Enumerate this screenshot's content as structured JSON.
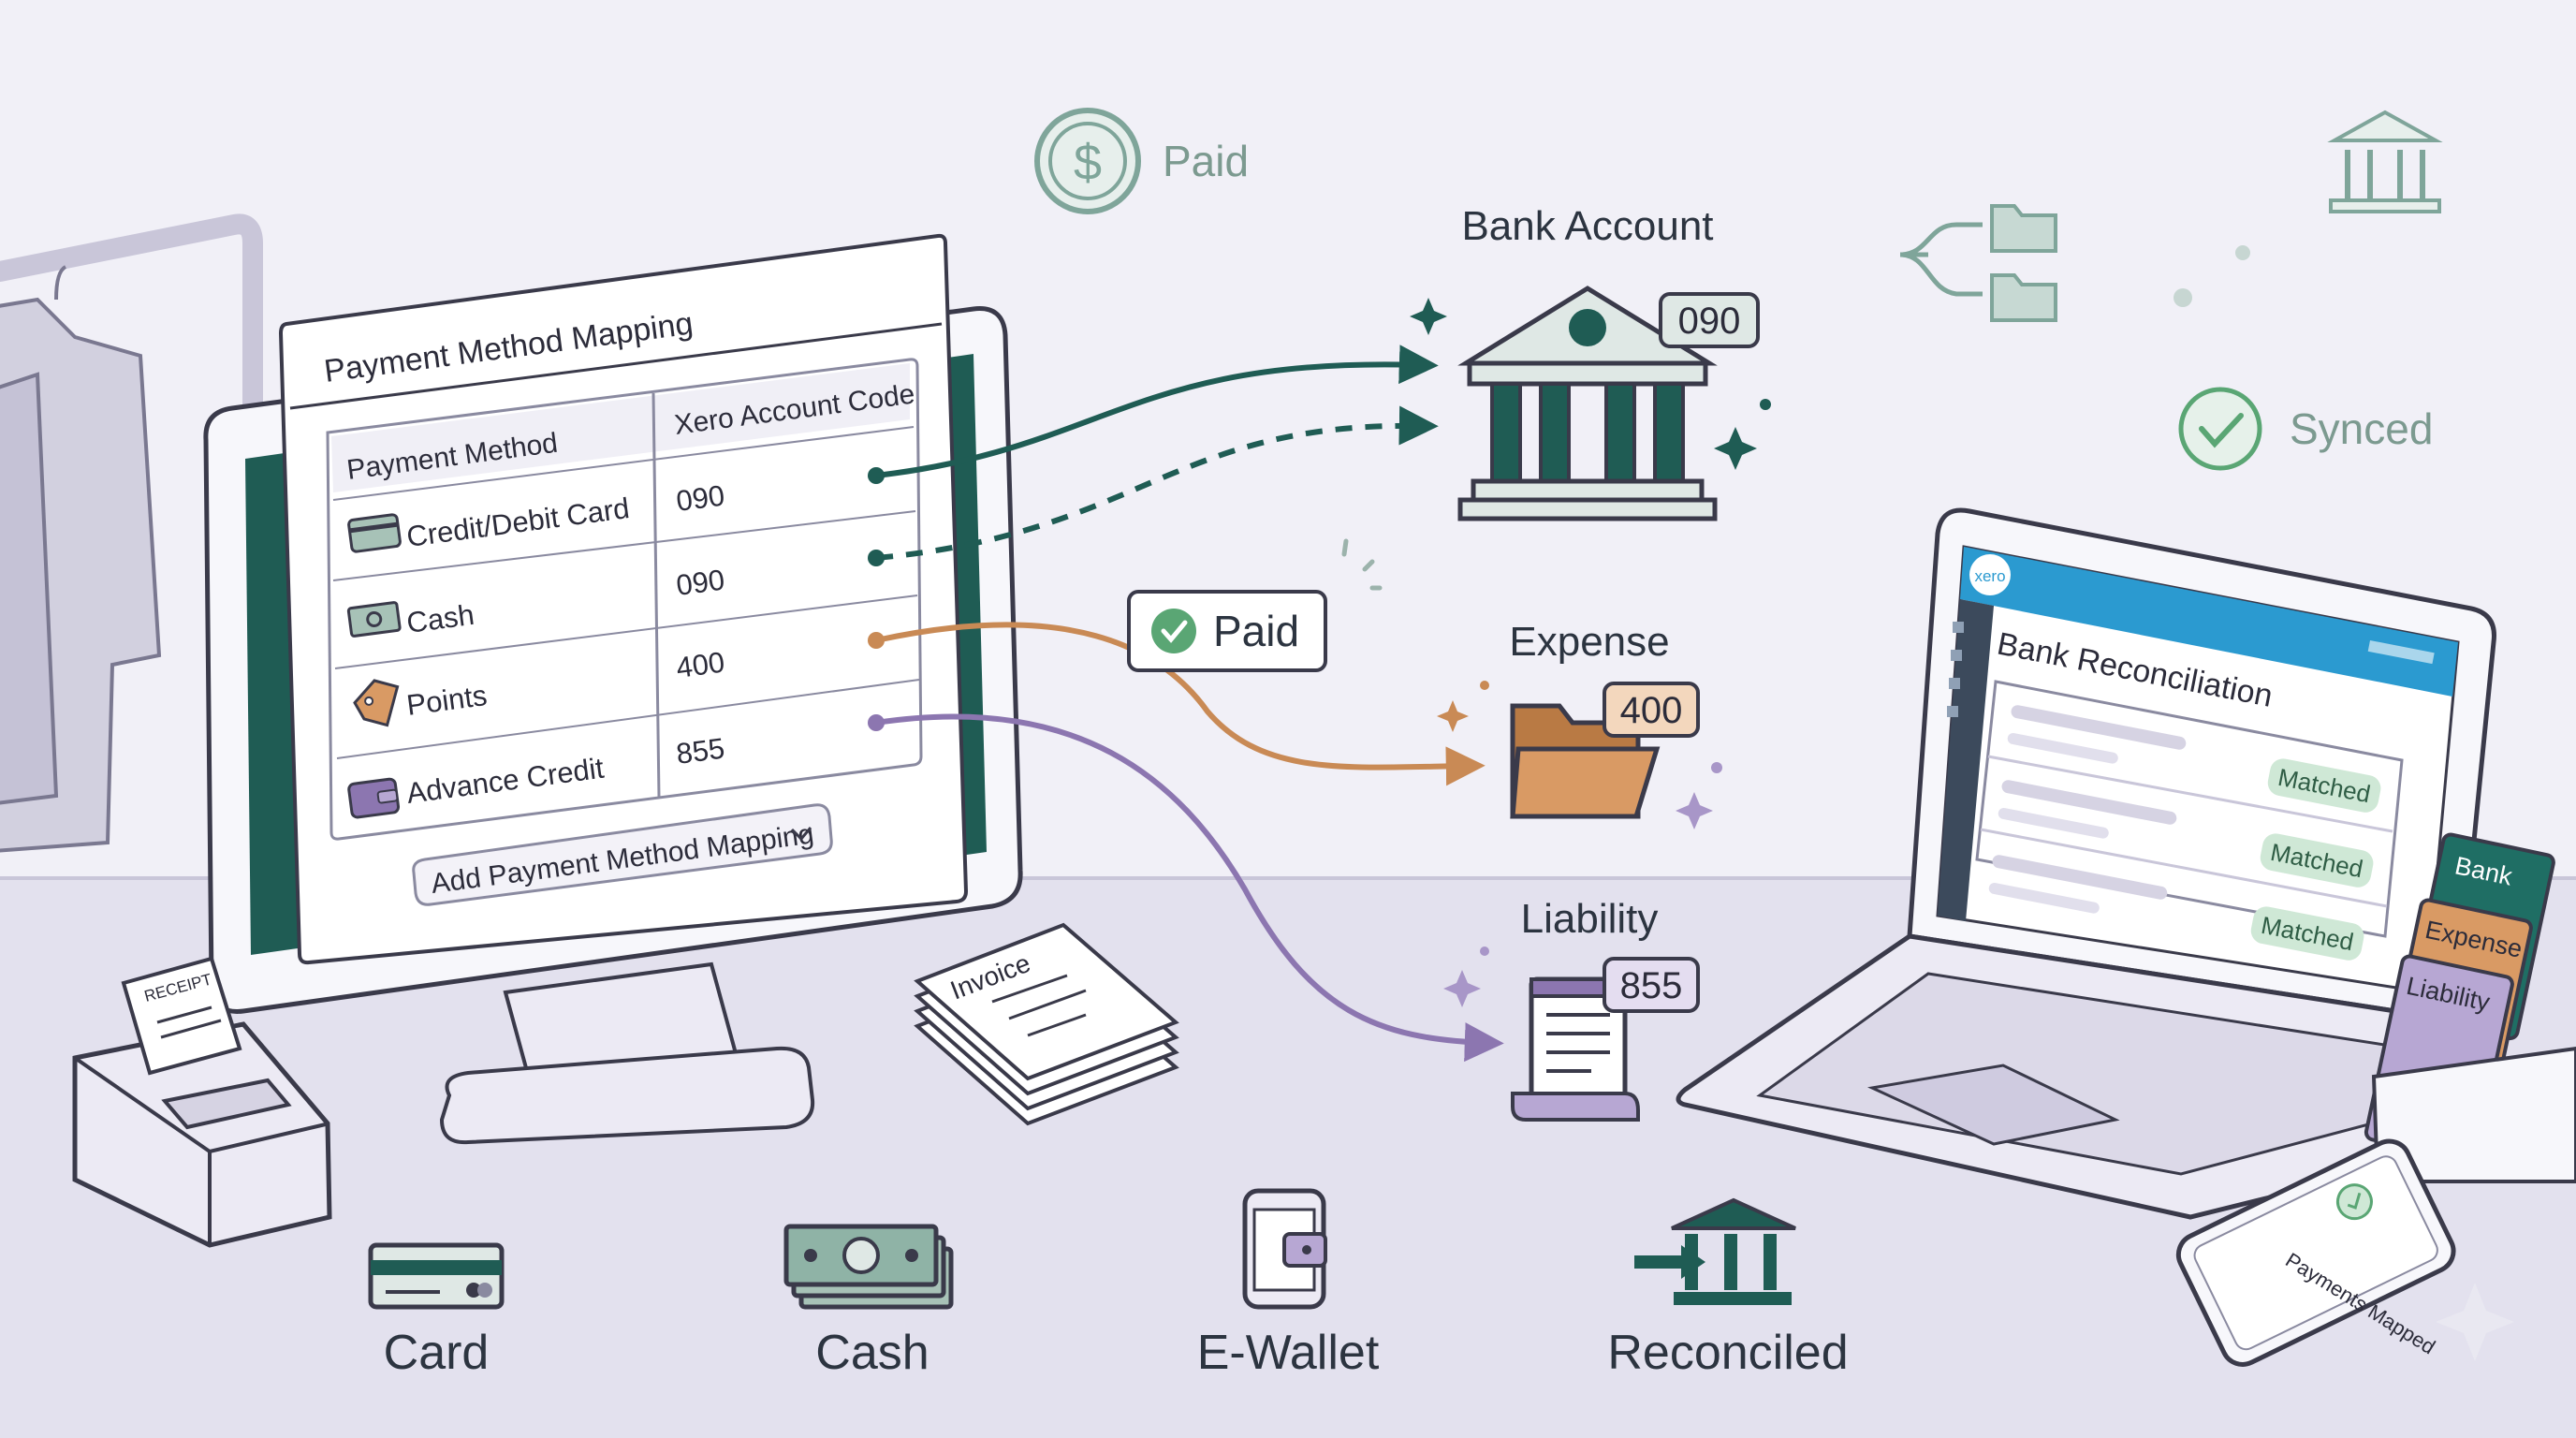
{
  "mapping_panel": {
    "title": "Payment Method Mapping",
    "col_method": "Payment Method",
    "col_code": "Xero Account Code",
    "rows": [
      {
        "icon": "credit-card-icon",
        "method": "Credit/Debit Card",
        "code": "090"
      },
      {
        "icon": "cash-icon",
        "method": "Cash",
        "code": "090"
      },
      {
        "icon": "points-tag-icon",
        "method": "Points",
        "code": "400"
      },
      {
        "icon": "wallet-icon",
        "method": "Advance Credit",
        "code": "855"
      }
    ],
    "add_button": "Add Payment Method Mapping"
  },
  "destinations": {
    "bank": {
      "label": "Bank Account",
      "code": "090"
    },
    "expense": {
      "label": "Expense",
      "code": "400"
    },
    "liability": {
      "label": "Liability",
      "code": "855"
    }
  },
  "status": {
    "paid_top": "Paid",
    "paid_badge": "Paid",
    "synced": "Synced"
  },
  "laptop": {
    "logo": "xero",
    "title": "Bank Reconciliation",
    "match_label": "Matched",
    "matches": [
      "Matched",
      "Matched",
      "Matched"
    ],
    "tray": [
      "Bank",
      "Expense",
      "Liability"
    ]
  },
  "props": {
    "receipt": "RECEIPT",
    "invoice": "Invoice",
    "phone": "Payments Mapped"
  },
  "bottom_items": [
    {
      "icon": "card-icon",
      "label": "Card"
    },
    {
      "icon": "cash-stack-icon",
      "label": "Cash"
    },
    {
      "icon": "e-wallet-icon",
      "label": "E-Wallet"
    },
    {
      "icon": "reconciled-bank-icon",
      "label": "Reconciled"
    }
  ],
  "colors": {
    "teal": "#1f5c54",
    "orange": "#c98a55",
    "purple": "#8c76b0",
    "green": "#5aa674",
    "soft_teal": "#7fa59a",
    "floor": "#e3e1ee"
  }
}
